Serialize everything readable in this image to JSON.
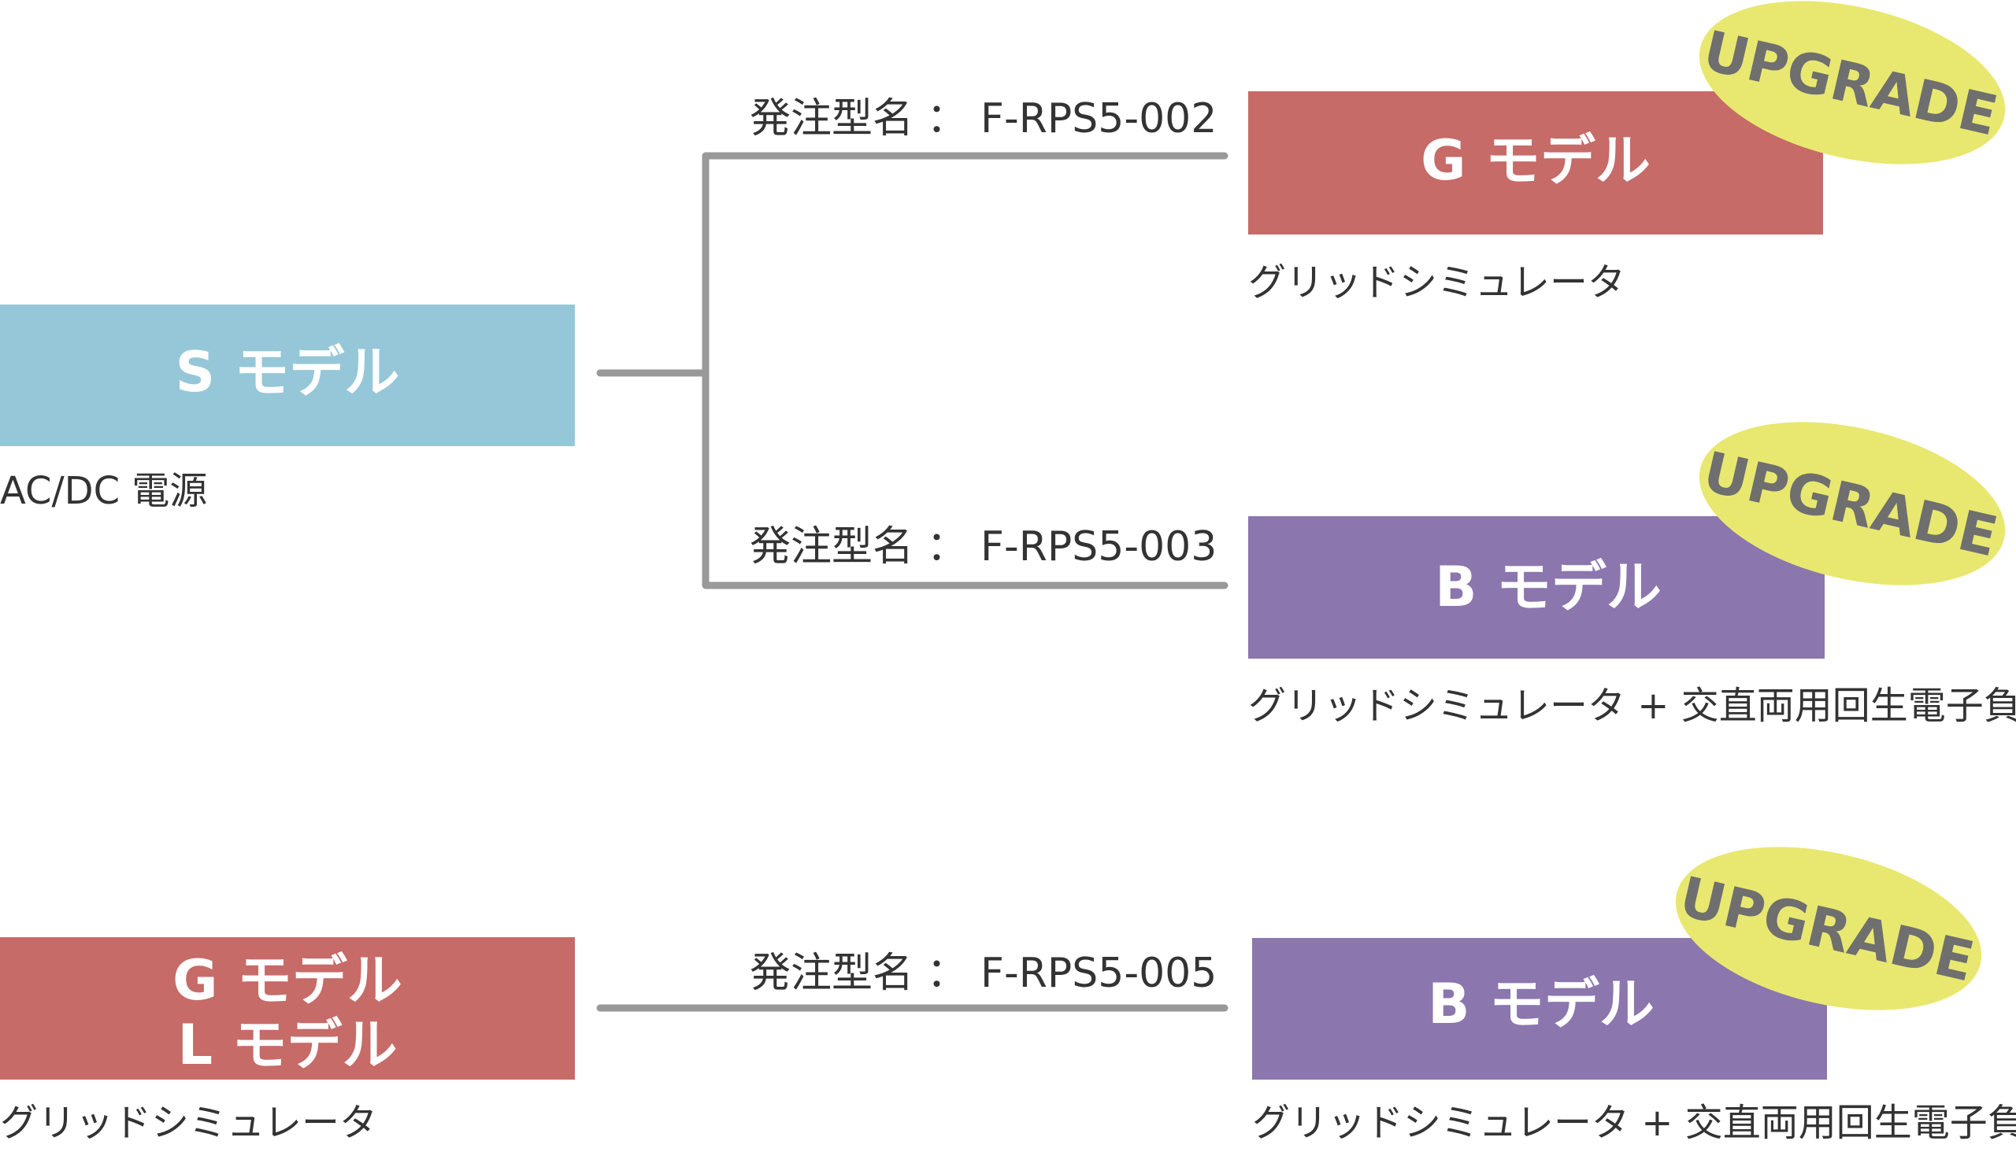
{
  "colors": {
    "s_model": "#95c7d8",
    "g_model": "#c66b68",
    "b_model": "#8b76ae",
    "badge": "#e8e870",
    "connector": "#999999"
  },
  "sources": {
    "s": {
      "label": "S モデル",
      "caption": "AC/DC 電源"
    },
    "gl": {
      "line1": "G モデル",
      "line2": "L  モデル",
      "caption": "グリッドシミュレータ"
    }
  },
  "orders": {
    "g": "発注型名 ： F-RPS5-002",
    "b1": "発注型名 ： F-RPS5-003",
    "b2": "発注型名 ： F-RPS5-005"
  },
  "targets": {
    "g": {
      "label": "G モデル",
      "caption": "グリッドシミュレータ"
    },
    "b1": {
      "label": "B モデル",
      "caption": "グリッドシミュレータ + 交直両用回生電子負荷"
    },
    "b2": {
      "label": "B モデル",
      "caption": "グリッドシミュレータ + 交直両用回生電子負荷"
    }
  },
  "badge": {
    "text": "UPGRADE"
  }
}
